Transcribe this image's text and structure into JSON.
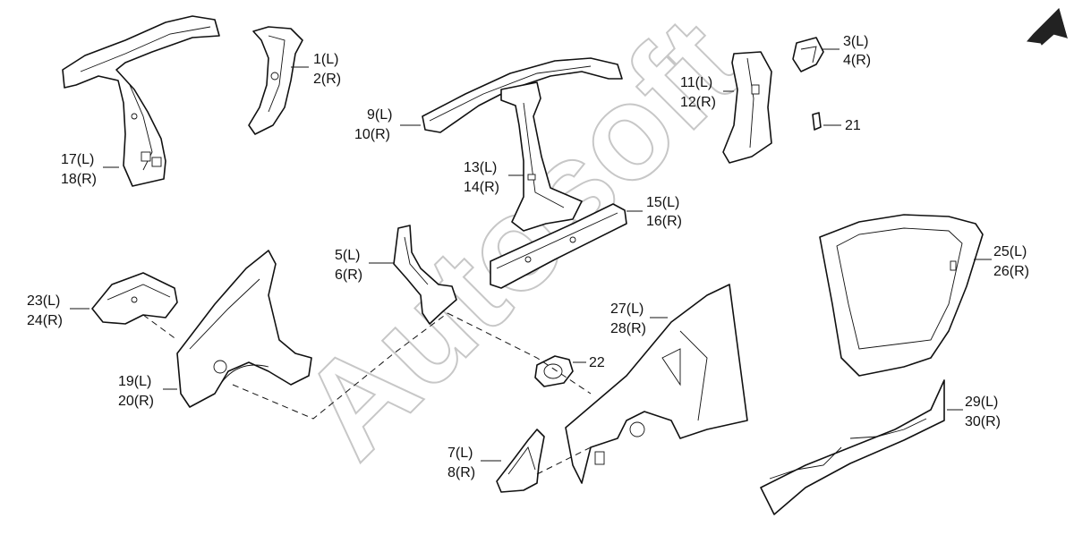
{
  "watermark": "Autosoft",
  "direction_icon": "front-direction-arrow-icon",
  "callouts": {
    "p1": [
      "1(L)",
      "2(R)"
    ],
    "p3": [
      "3(L)",
      "4(R)"
    ],
    "p5": [
      "5(L)",
      "6(R)"
    ],
    "p7": [
      "7(L)",
      "8(R)"
    ],
    "p9": [
      "9(L)",
      "10(R)"
    ],
    "p11": [
      "11(L)",
      "12(R)"
    ],
    "p13": [
      "13(L)",
      "14(R)"
    ],
    "p15": [
      "15(L)",
      "16(R)"
    ],
    "p17": [
      "17(L)",
      "18(R)"
    ],
    "p19": [
      "19(L)",
      "20(R)"
    ],
    "p21": [
      "21"
    ],
    "p22": [
      "22"
    ],
    "p23": [
      "23(L)",
      "24(R)"
    ],
    "p25": [
      "25(L)",
      "26(R)"
    ],
    "p27": [
      "27(L)",
      "28(R)"
    ],
    "p29": [
      "29(L)",
      "30(R)"
    ]
  }
}
